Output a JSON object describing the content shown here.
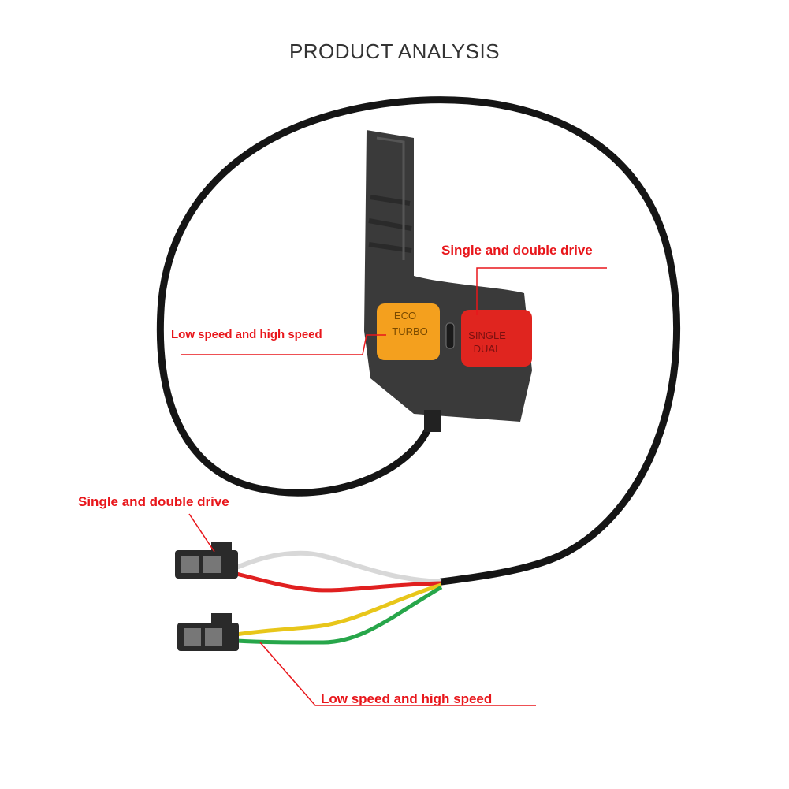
{
  "title": "PRODUCT ANALYSIS",
  "callouts": {
    "top_right": "Single and double drive",
    "mid_left": "Low speed and high speed",
    "connector_top": "Single and double drive",
    "connector_bottom": "Low speed and high speed"
  },
  "buttons": {
    "orange_line1": "ECO",
    "orange_line2": "TURBO",
    "red_line1": "SINGLE",
    "red_line2": "DUAL"
  },
  "colors": {
    "callout": "#e8161b",
    "orange_button": "#f4a01e",
    "red_button": "#e0251f",
    "housing": "#3a3a3a",
    "cable": "#151515"
  }
}
